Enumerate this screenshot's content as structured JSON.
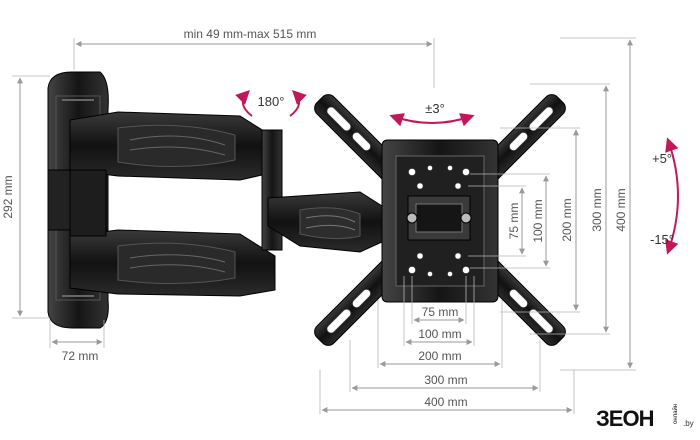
{
  "dimensions": {
    "arm_reach": "min 49 mm-max 515 mm",
    "wall_plate_height": "292 mm",
    "wall_plate_width": "72 mm",
    "vesa_h_75": "75 mm",
    "vesa_h_100": "100 mm",
    "vesa_h_200": "200 mm",
    "vesa_h_300": "300 mm",
    "vesa_h_400": "400 mm",
    "vesa_v_75": "75 mm",
    "vesa_v_100": "100 mm",
    "vesa_v_200": "200 mm",
    "vesa_v_300": "300 mm",
    "vesa_v_400": "400 mm"
  },
  "rotations": {
    "swivel": "180°",
    "rotation": "±3°",
    "tilt_up": "+5°",
    "tilt_down": "-15°"
  },
  "logo": {
    "brand": "ЗЕОН",
    "small": "онлайн",
    "ext": ".by"
  },
  "colors": {
    "arrow_magenta": "#c2185b",
    "metal_dark": "#1a1a1a",
    "dimension_gray": "#9a9a9a"
  }
}
